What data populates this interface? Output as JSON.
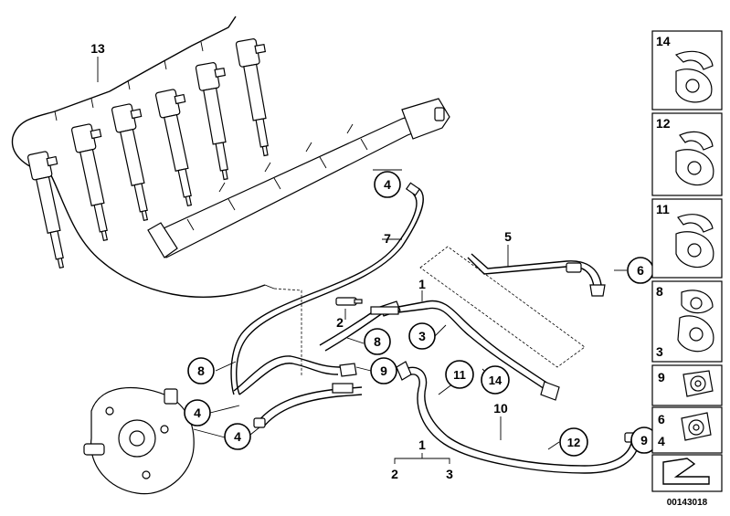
{
  "diagram": {
    "callouts": [
      {
        "id": "c-13",
        "text": "13"
      },
      {
        "id": "c-4a",
        "text": "4"
      },
      {
        "id": "c-7",
        "text": "7"
      },
      {
        "id": "c-5",
        "text": "5"
      },
      {
        "id": "c-6",
        "text": "6"
      },
      {
        "id": "c-1a",
        "text": "1"
      },
      {
        "id": "c-2a",
        "text": "2"
      },
      {
        "id": "c-3",
        "text": "3"
      },
      {
        "id": "c-8a",
        "text": "8"
      },
      {
        "id": "c-8b",
        "text": "8"
      },
      {
        "id": "c-9a",
        "text": "9"
      },
      {
        "id": "c-11",
        "text": "11"
      },
      {
        "id": "c-14",
        "text": "14"
      },
      {
        "id": "c-4b",
        "text": "4"
      },
      {
        "id": "c-4c",
        "text": "4"
      },
      {
        "id": "c-10",
        "text": "10"
      },
      {
        "id": "c-12",
        "text": "12"
      },
      {
        "id": "c-9b",
        "text": "9"
      },
      {
        "id": "c-1b",
        "text": "1"
      },
      {
        "id": "c-2b",
        "text": "2"
      },
      {
        "id": "c-3b",
        "text": "3"
      }
    ],
    "side_panel": [
      {
        "labels": [
          "14"
        ]
      },
      {
        "labels": [
          "12"
        ]
      },
      {
        "labels": [
          "11"
        ]
      },
      {
        "labels": [
          "8",
          "3"
        ]
      },
      {
        "labels": [
          "9"
        ]
      },
      {
        "labels": [
          "6",
          "4"
        ]
      },
      {
        "labels": []
      }
    ],
    "catalog_number": "00143018"
  }
}
